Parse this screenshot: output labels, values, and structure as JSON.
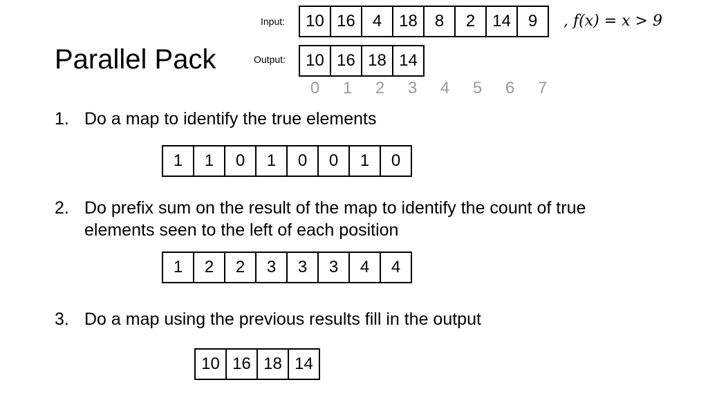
{
  "title": "Parallel Pack",
  "input_label": "Input:",
  "output_label": "Output:",
  "formula": ", f(x) = x > 9",
  "input": [
    "10",
    "16",
    "4",
    "18",
    "8",
    "2",
    "14",
    "9"
  ],
  "output": [
    "10",
    "16",
    "18",
    "14"
  ],
  "indices": [
    "0",
    "1",
    "2",
    "3",
    "4",
    "5",
    "6",
    "7"
  ],
  "steps": [
    {
      "num": "1.",
      "text": "Do a map to identify the true elements"
    },
    {
      "num": "2.",
      "text": "Do prefix sum on the result of the map to identify the count of true elements seen to the left of each position"
    },
    {
      "num": "3.",
      "text": "Do a map using the previous results fill in the output"
    }
  ],
  "map_result": [
    "1",
    "1",
    "0",
    "1",
    "0",
    "0",
    "1",
    "0"
  ],
  "prefix_sum": [
    "1",
    "2",
    "2",
    "3",
    "3",
    "3",
    "4",
    "4"
  ],
  "final_output": [
    "10",
    "16",
    "18",
    "14"
  ]
}
